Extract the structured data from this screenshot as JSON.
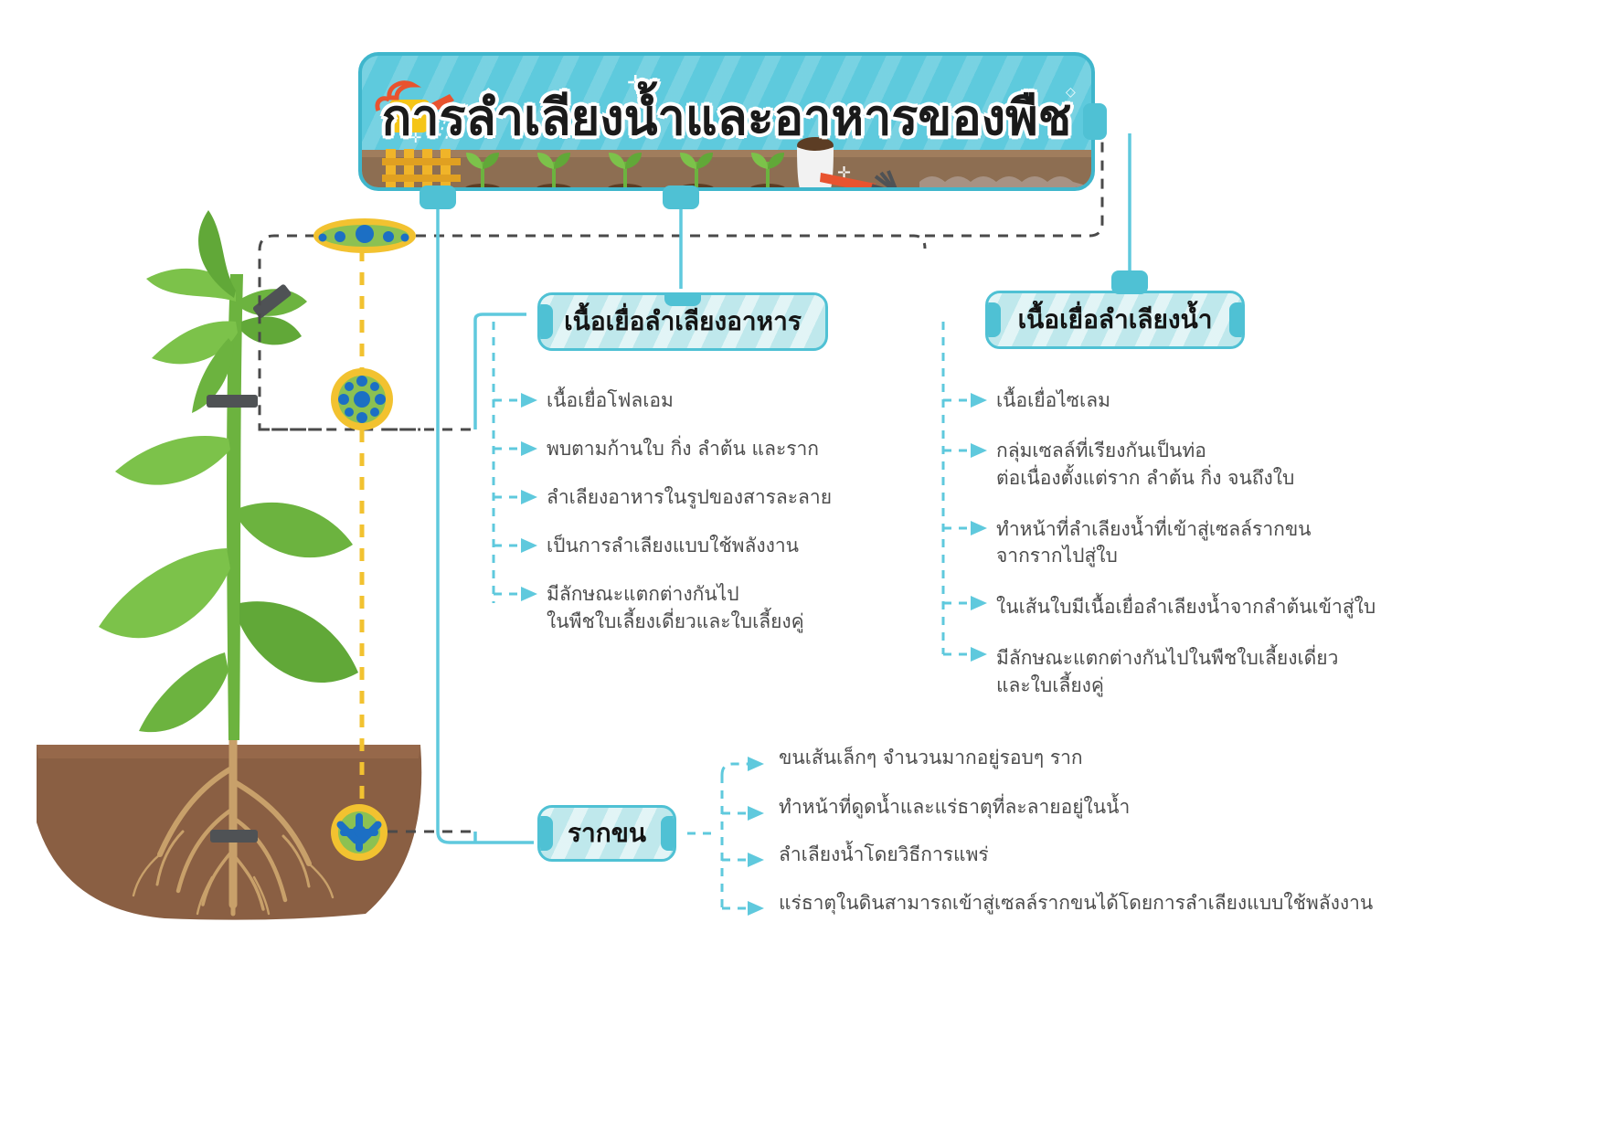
{
  "title": {
    "text": "การลำเลียงน้ำและอาหารของพืช",
    "banner_color": "#5ecadd",
    "ground_color": "#8d6e52",
    "icons": [
      "watering-can-icon",
      "seedling-icon",
      "fertilizer-bag-icon",
      "rake-icon",
      "fence-icon"
    ]
  },
  "nodes": {
    "phloem": {
      "label": "เนื้อเยื่อลำเลียงอาหาร",
      "bullets": [
        "เนื้อเยื่อโฟลเอม",
        "พบตามก้านใบ กิ่ง ลำต้น และราก",
        "ลำเลียงอาหารในรูปของสารละลาย",
        "เป็นการลำเลียงแบบใช้พลังงาน",
        "มีลักษณะแตกต่างกันไป\nในพืชใบเลี้ยงเดี่ยวและใบเลี้ยงคู่"
      ]
    },
    "xylem": {
      "label": "เนื้อเยื่อลำเลียงน้ำ",
      "bullets": [
        "เนื้อเยื่อไซเลม",
        "กลุ่มเซลล์ที่เรียงกันเป็นท่อ\nต่อเนื่องตั้งแต่ราก ลำต้น กิ่ง จนถึงใบ",
        "ทำหน้าที่ลำเลียงน้ำที่เข้าสู่เซลล์รากขน\nจากรากไปสู่ใบ",
        "ในเส้นใบมีเนื้อเยื่อลำเลียงน้ำจากลำต้นเข้าสู่ใบ",
        "มีลักษณะแตกต่างกันไปในพืชใบเลี้ยงเดี่ยว\nและใบเลี้ยงคู่"
      ]
    },
    "roothair": {
      "label": "รากขน",
      "bullets": [
        "ขนเส้นเล็กๆ จำนวนมากอยู่รอบๆ ราก",
        "ทำหน้าที่ดูดน้ำและแร่ธาตุที่ละลายอยู่ในน้ำ",
        "ลำเลียงน้ำโดยวิธีการแพร่",
        "แร่ธาตุในดินสามารถเข้าสู่เซลล์รากขนได้โดยการลำเลียงแบบใช้พลังงาน"
      ]
    }
  },
  "illustration": {
    "plant_name": "plant-illustration",
    "soil_color": "#8a5f43",
    "leaf_color": "#6cb33f",
    "root_color": "#c8a06a",
    "cross_sections": [
      {
        "name": "leaf-cross-section",
        "ring": "#f2c230",
        "fill": "#8cc152",
        "dots": "#1c6fc4"
      },
      {
        "name": "stem-cross-section",
        "ring": "#f2c230",
        "fill": "#8cc152",
        "dots": "#1c6fc4"
      },
      {
        "name": "root-cross-section",
        "ring": "#f2c230",
        "fill": "#8cc152",
        "dots": "#1c6fc4"
      }
    ]
  },
  "colors": {
    "accent": "#4fc1d4",
    "chip_fill": "#bfe8ec",
    "connector_dark": "#4a4a4a",
    "connector_light": "#5fc9dd",
    "connector_yellow": "#f2c230",
    "text": "#4c4c4c"
  }
}
